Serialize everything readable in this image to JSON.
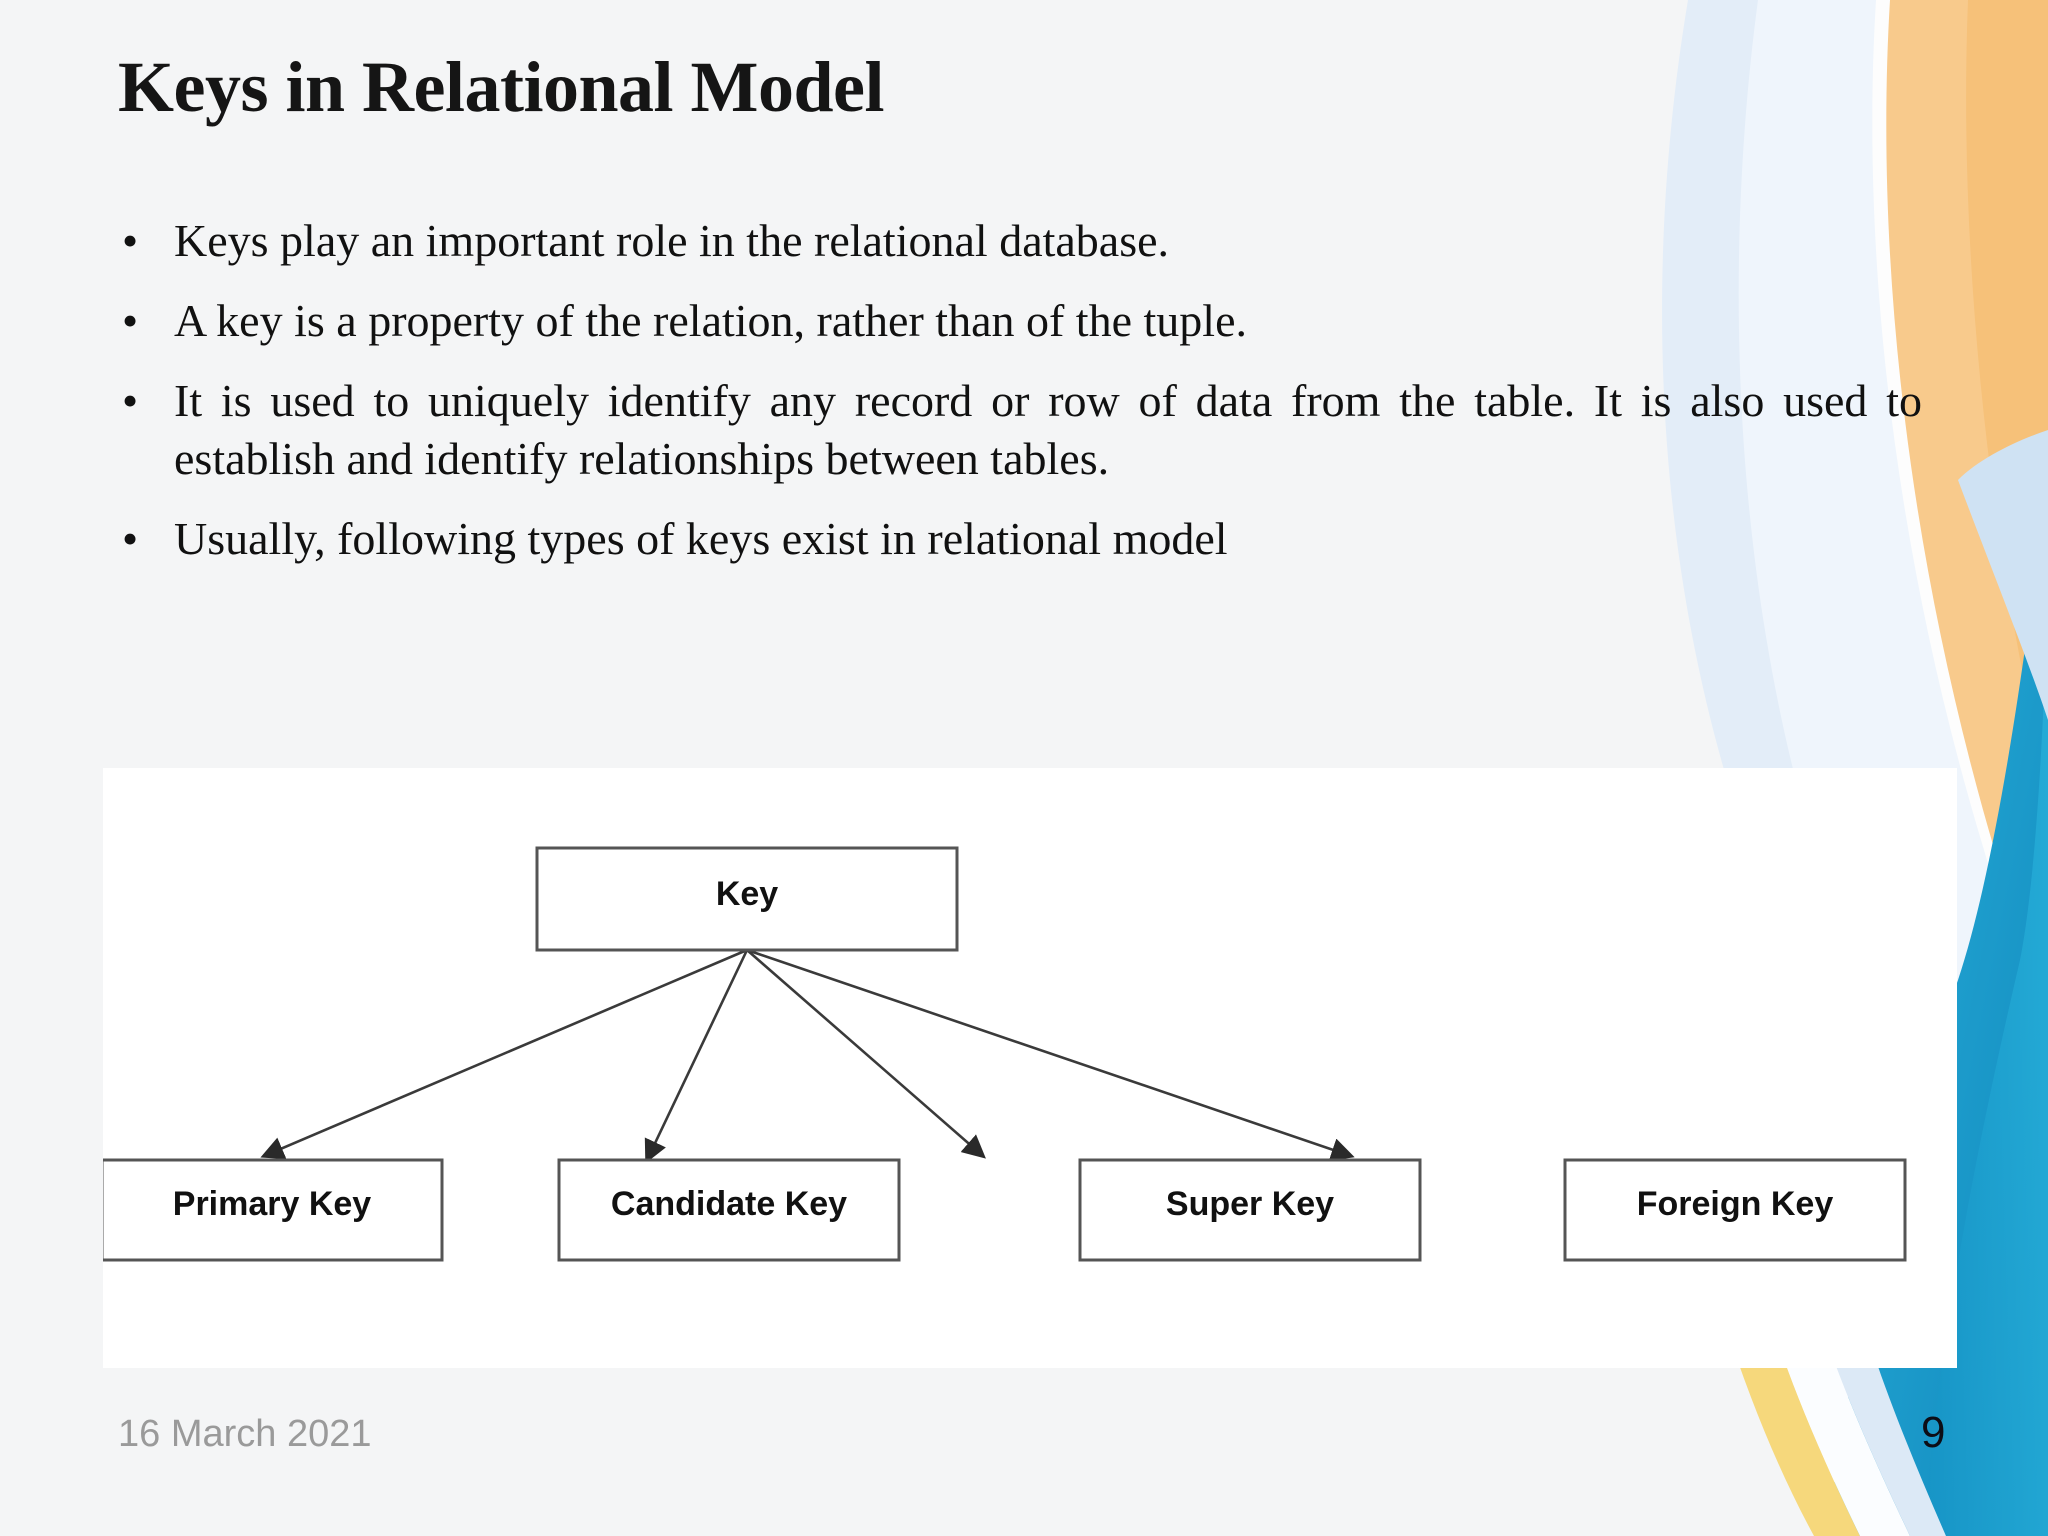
{
  "slide": {
    "title": "Keys in Relational Model",
    "bullet_marker": "•",
    "bullets": [
      "Keys play an important role in the relational database.",
      "A key is a property of the relation, rather than of the tuple.",
      "It is used to uniquely identify any record or row of data from the table. It is also used to establish and identify relationships between tables.",
      "Usually, following types of keys exist in relational model"
    ],
    "footer": {
      "date": "16 March 2021",
      "page_number": "9"
    }
  },
  "diagram": {
    "root": {
      "label": "Key"
    },
    "children": [
      {
        "label": "Primary Key"
      },
      {
        "label": "Candidate Key"
      },
      {
        "label": "Super Key"
      },
      {
        "label": "Foreign Key"
      }
    ]
  },
  "colors": {
    "slide_background": "#f4f5f6",
    "panel_background": "#ffffff",
    "title_text": "#151515",
    "body_text": "#111111",
    "footer_date_text": "#9a9a9a",
    "page_number_text": "#0d0d16",
    "deco_teal": "#22a3cf",
    "deco_teal_dark": "#1391c4",
    "deco_orange": "#f7c887",
    "deco_yellow": "#f5d572",
    "deco_light_blue": "#dce9f6",
    "deco_pale": "#eef4fb",
    "node_border": "#555555"
  }
}
